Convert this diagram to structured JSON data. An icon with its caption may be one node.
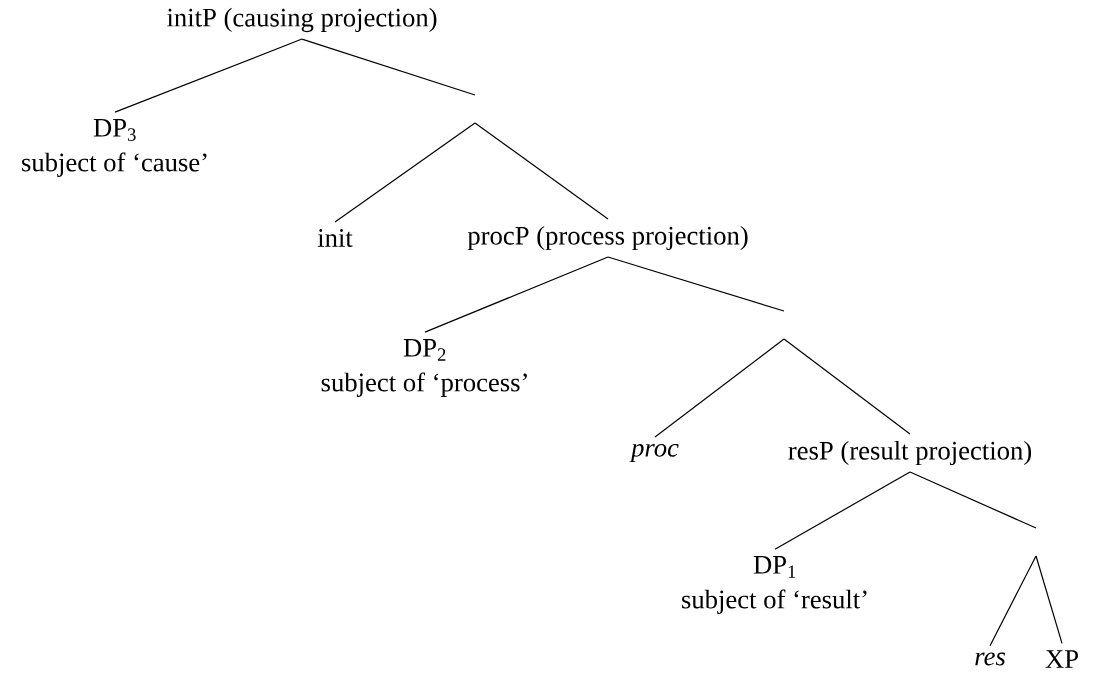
{
  "diagram": {
    "nodes": [
      {
        "text": [
          "initP (causing projection)"
        ]
      },
      {
        "text": [
          "DP$_{3}$",
          "subject of ‘cause’"
        ]
      },
      {
        "text": [
          "init"
        ]
      },
      {
        "text": [
          "procP (process projection)"
        ]
      },
      {
        "text": [
          "DP$_{2}$",
          "subject of ‘process’"
        ]
      },
      {
        "text": [
          "*proc*"
        ]
      },
      {
        "text": [
          "resP (result projection)"
        ]
      },
      {
        "text": [
          "DP$_{1}$",
          "subject of ‘result’"
        ]
      },
      {
        "text": [
          "*res*"
        ]
      },
      {
        "text": [
          "XP"
        ]
      }
    ],
    "edges": [
      {
        "from": 0,
        "to": 1,
        "arrow": "none"
      },
      {
        "from": 0,
        "to": null,
        "arrow": "none"
      },
      {
        "from": null,
        "to": 2,
        "arrow": "none"
      },
      {
        "from": null,
        "to": 3,
        "arrow": "none"
      },
      {
        "from": 3,
        "to": 4,
        "arrow": "none"
      },
      {
        "from": 3,
        "to": null,
        "arrow": "none"
      },
      {
        "from": null,
        "to": 5,
        "arrow": "none"
      },
      {
        "from": null,
        "to": 6,
        "arrow": "none"
      },
      {
        "from": 6,
        "to": 7,
        "arrow": "none"
      },
      {
        "from": 6,
        "to": null,
        "arrow": "none"
      },
      {
        "from": null,
        "to": 8,
        "arrow": "none"
      },
      {
        "from": null,
        "to": 9,
        "arrow": "none"
      }
    ]
  }
}
